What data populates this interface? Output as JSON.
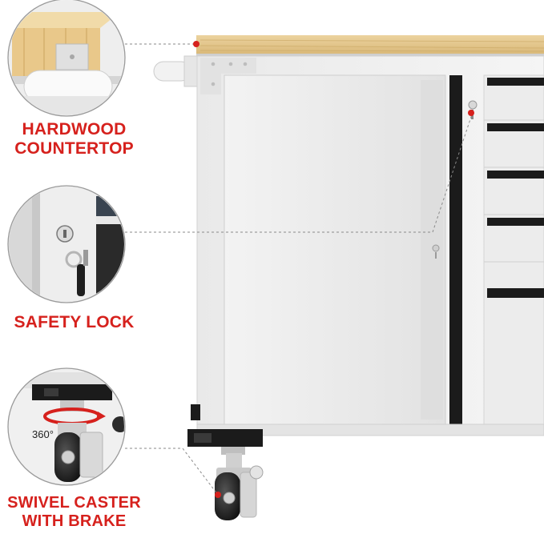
{
  "colors": {
    "accent": "#d6211d",
    "wood": "#e5c68c",
    "cabinet": "#eeeeee",
    "handle": "#1b1b1b",
    "leader_line": "#8a8a8a"
  },
  "callouts": [
    {
      "id": "countertop",
      "lines": [
        "HARDWOOD",
        "COUNTERTOP"
      ]
    },
    {
      "id": "lock",
      "lines": [
        "SAFETY LOCK"
      ]
    },
    {
      "id": "caster",
      "lines": [
        "SWIVEL CASTER",
        "WITH BRAKE"
      ],
      "rotation_text": "360°"
    }
  ],
  "icons": [
    "lock-icon",
    "key-icon",
    "caster-wheel-icon",
    "rotation-arrow-icon"
  ]
}
